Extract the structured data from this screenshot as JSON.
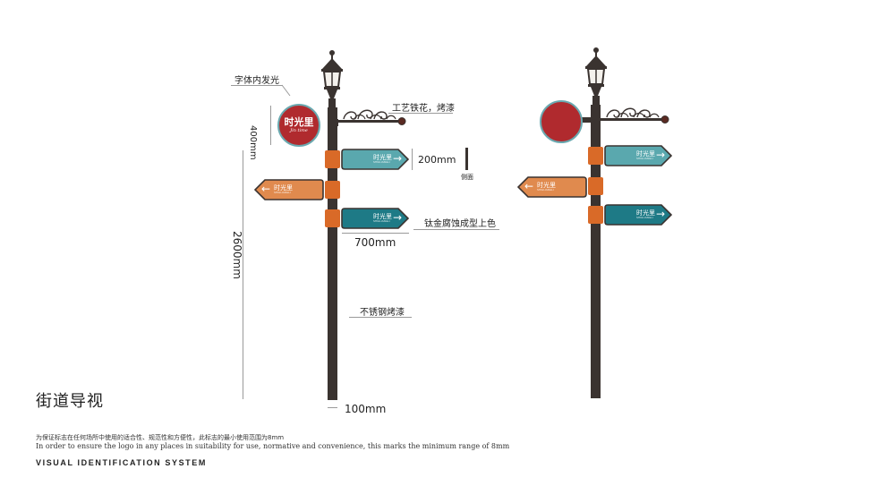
{
  "annotations": {
    "glow_text": "字体内发光",
    "iron_art": "工艺铁花，烤漆",
    "side_view": "侧面",
    "titanium": "钛金腐蚀成型上色",
    "stainless": "不锈钢烤漆"
  },
  "dimensions": {
    "circle_height": "400mm",
    "sign_height": "200mm",
    "sign_width": "700mm",
    "pole_height": "2600mm",
    "pole_width": "100mm"
  },
  "circle_sign": {
    "name": "时光里",
    "script": "Jin time"
  },
  "signs": {
    "label": "时光里",
    "sub": "SHIGUANGLI",
    "arrow_right": "→",
    "arrow_left": "←"
  },
  "colors": {
    "pole": "#3a3330",
    "collar": "#d96a28",
    "teal_light": "#5aa8ae",
    "teal_dark": "#1e7a86",
    "orange_sign": "#e08a4e",
    "circle_red": "#b02a2e",
    "circle_border": "#6aa9b0"
  },
  "footer": {
    "section_title": "街道导视",
    "note_cn": "为保证标志在任何场所中使用的适合性、规范性和方便性，此标志的最小使用范围为8mm",
    "note_en": "In order to ensure the logo in any places in suitability for use, normative and convenience, this marks the minimum range of 8mm",
    "vis": "VISUAL IDENTIFICATION SYSTEM"
  }
}
